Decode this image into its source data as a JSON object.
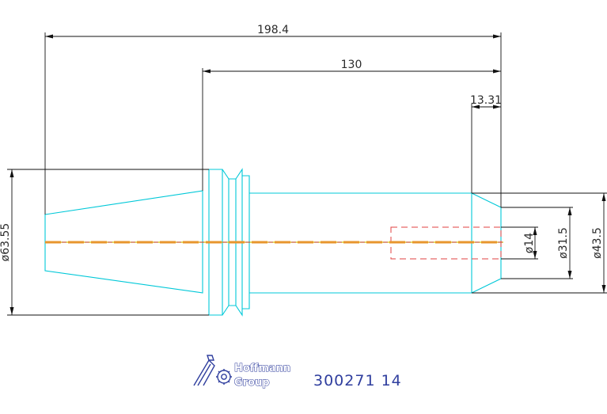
{
  "drawing": {
    "dimensions": {
      "overall_length": "198.4",
      "shank_length": "130",
      "chamfer_length": "13.31",
      "flange_diameter": "ø63.55",
      "bore_diameter": "ø14",
      "tip_diameter": "ø31.5",
      "body_diameter": "ø43.5"
    },
    "title_block": {
      "brand_line1": "Hoffmann",
      "brand_line2": "Group",
      "part_number": "300271 14"
    },
    "colors": {
      "outline": "#00c8d8",
      "dimension": "#111111",
      "centerline_a": "#e8962e",
      "centerline_b": "#d4d100",
      "hidden_bore": "#e04040",
      "brand": "#2f3e9e"
    }
  }
}
